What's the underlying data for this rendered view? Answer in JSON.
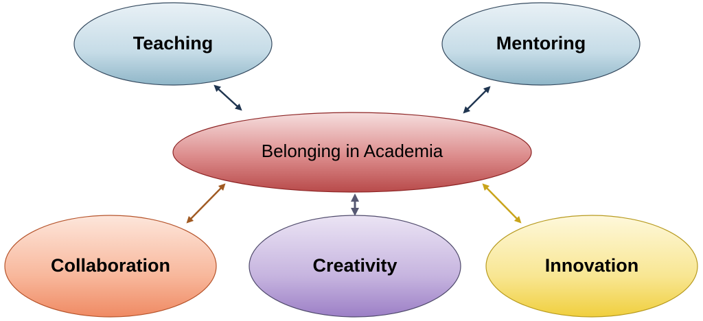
{
  "center": {
    "label": "Belonging in Academia"
  },
  "nodes": {
    "teaching": {
      "label": "Teaching"
    },
    "mentoring": {
      "label": "Mentoring"
    },
    "collaboration": {
      "label": "Collaboration"
    },
    "creativity": {
      "label": "Creativity"
    },
    "innovation": {
      "label": "Innovation"
    }
  },
  "colors": {
    "center_fill": "#d87878",
    "center_stroke": "#8c2323",
    "top_fill": "#b4d2e0",
    "top_stroke": "#34495e",
    "collaboration_fill": "#f6a88a",
    "collaboration_stroke": "#b5532a",
    "creativity_fill": "#b9a3d6",
    "creativity_stroke": "#4f4a6b",
    "innovation_fill": "#f6e27f",
    "innovation_stroke": "#b79a1f",
    "arrow_top": "#1f3550",
    "arrow_collaboration": "#a05a22",
    "arrow_creativity": "#565872",
    "arrow_innovation": "#c9a41a"
  }
}
